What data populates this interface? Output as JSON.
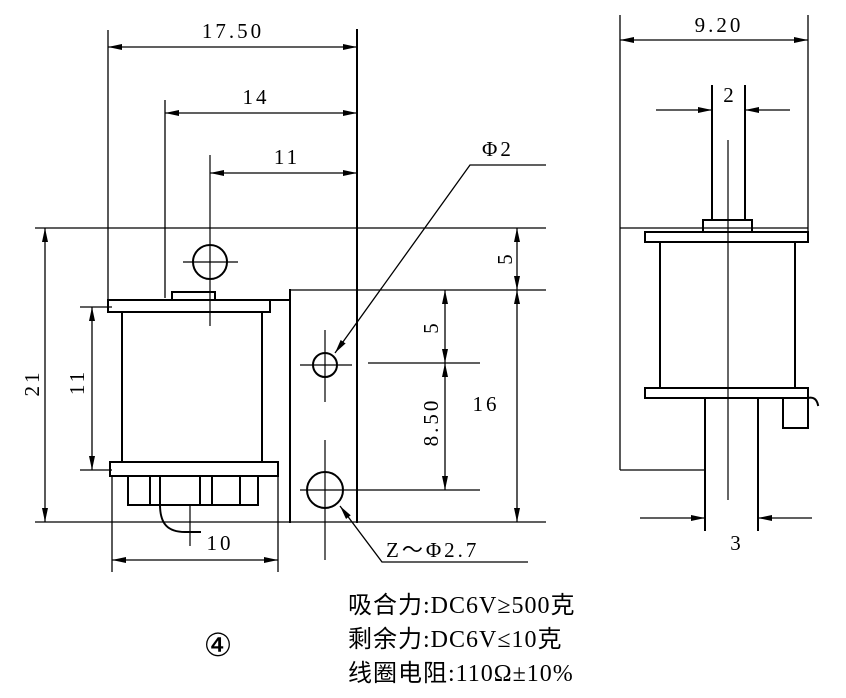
{
  "colors": {
    "ink": "#000000",
    "paper": "#ffffff"
  },
  "figure": {
    "id_label": "④"
  },
  "front_view": {
    "dim_total_width": "17.50",
    "dim_frame_width": "14",
    "dim_hole_offset": "11",
    "dim_top_gap": "5",
    "dim_hole_spacing_top": "5",
    "dim_hole_spacing": "8.50",
    "dim_frame_height": "16",
    "dim_overall_height": "21",
    "dim_coil_height": "11",
    "dim_base_width": "10",
    "small_hole_label": "Φ2",
    "large_hole_label": "Z～Φ2.7"
  },
  "side_view": {
    "dim_width": "9.20",
    "dim_shaft_top": "2",
    "dim_shaft_bottom": "3"
  },
  "specs": [
    "吸合力:DC6V≥500克",
    "剩余力:DC6V≤10克",
    "线圈电阻:110Ω±10%"
  ]
}
